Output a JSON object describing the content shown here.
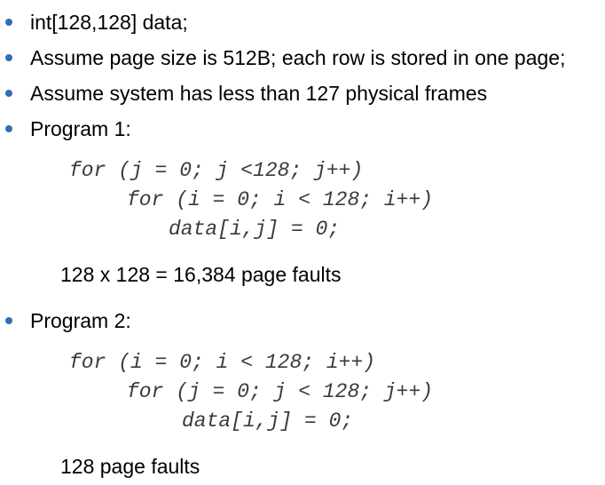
{
  "bullets": [
    "int[128,128] data;",
    "Assume page size is 512B; each row is stored in one page;",
    "Assume system has less than 127 physical frames",
    "Program 1:",
    "Program 2:"
  ],
  "program1": {
    "code": [
      "for (j = 0; j <128; j++)",
      "for (i = 0; i < 128; i++)",
      "data[i,j] = 0;"
    ],
    "result": "128 x 128 = 16,384 page faults"
  },
  "program2": {
    "code": [
      "for (i = 0; i < 128; i++)",
      "for (j = 0; j < 128; j++)",
      "data[i,j] = 0;"
    ],
    "result": "128 page faults"
  },
  "colors": {
    "bullet": "#2F6EBA",
    "code_text": "#3a3a3a"
  }
}
